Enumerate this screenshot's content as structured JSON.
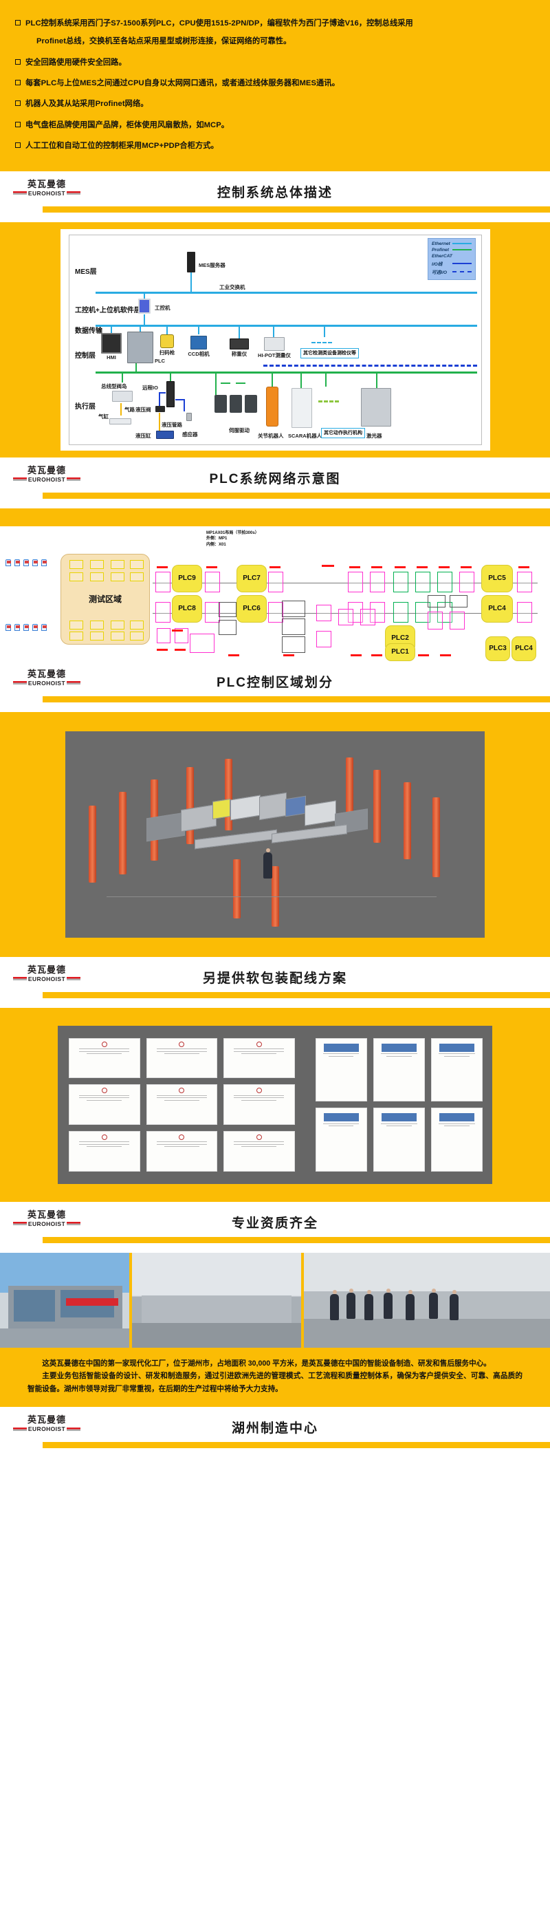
{
  "brand": {
    "logo_cn": "英瓦曼德",
    "logo_en": "EUROHOIST"
  },
  "section_overview": {
    "bullets": [
      {
        "line1": "PLC控制系统采用西门子S7-1500系列PLC，CPU使用1515-2PN/DP，编程软件为西门子博途V16，控制总线采用",
        "line2": "Profinet总线，交换机至各站点采用星型或树形连接，保证网络的可靠性。"
      },
      {
        "line1": "安全回路使用硬件安全回路。",
        "line2": ""
      },
      {
        "line1": "每套PLC与上位MES之间通过CPU自身以太网网口通讯，或者通过线体服务器和MES通讯。",
        "line2": ""
      },
      {
        "line1": "机器人及其从站采用Profinet网络。",
        "line2": ""
      },
      {
        "line1": "电气盘柜品牌使用国产品牌，柜体使用风扇散热，如MCP。",
        "line2": ""
      },
      {
        "line1": "人工工位和自动工位的控制柜采用MCP+PDP合柜方式。",
        "line2": ""
      }
    ],
    "title": "控制系统总体描述"
  },
  "section_network": {
    "title": "PLC系统网络示意图",
    "layers": [
      "MES层",
      "工控机+上位机软件层",
      "数据传输",
      "控制层",
      "执行层"
    ],
    "legend": [
      {
        "label": "Ethernet",
        "color": "#29ABE2",
        "style": "solid"
      },
      {
        "label": "Profinet",
        "color": "#22B14C",
        "style": "solid"
      },
      {
        "label": "EtherCAT",
        "color": "#22B14C",
        "style": "none"
      },
      {
        "label": "I/O线",
        "color": "#1b3fd4",
        "style": "solid"
      },
      {
        "label": "可选I/O",
        "color": "#1b3fd4",
        "style": "dashed"
      }
    ],
    "nodes": [
      "MES服务器",
      "工业交换机",
      "工控机",
      "HMI",
      "PLC",
      "扫码枪",
      "CCD相机",
      "称重仪",
      "HI-POT测量仪",
      "其它检测类设备测检仪等",
      "总线型阀岛",
      "气路",
      "气缸",
      "远程IO",
      "液压阀",
      "液压管路",
      "液压缸",
      "感应器",
      "伺服驱动",
      "关节机器人",
      "SCARA机器人",
      "其它动作执行机构",
      "激光器"
    ]
  },
  "section_zones": {
    "title": "PLC控制区域划分",
    "caption_lines": [
      "MP1AX01布局（节拍300s）",
      "外侧：MP1",
      "内侧：X01"
    ],
    "test_area_label": "测试区域",
    "plc_tags": [
      "PLC9",
      "PLC8",
      "PLC7",
      "PLC6",
      "PLC5",
      "PLC4",
      "PLC3",
      "PLC4",
      "PLC2",
      "PLC1"
    ]
  },
  "section_render": {
    "title": "另提供软包装配线方案"
  },
  "section_certs": {
    "title": "专业资质齐全"
  },
  "section_factory": {
    "title": "湖州制造中心",
    "paragraphs": [
      "这英瓦曼德在中国的第一家现代化工厂，位于湖州市，占地面积 30,000 平方米，是英瓦曼德在中国的智能设备制造、研发和售后服务中心。",
      "主要业务包括智能设备的设计、研发和制造服务，通过引进欧洲先进的管理模式、工艺流程和质量控制体系，确保为客户提供安全、可靠、高品质的智能设备。湖州市领导对我厂非常重视，在后期的生产过程中将给予大力支持。"
    ]
  },
  "colors": {
    "brand_yellow": "#FBBC05",
    "brand_red": "#E11B22",
    "ethernet_blue": "#29ABE2",
    "profinet_green": "#22B14C",
    "io_blue": "#1B3FD4"
  }
}
